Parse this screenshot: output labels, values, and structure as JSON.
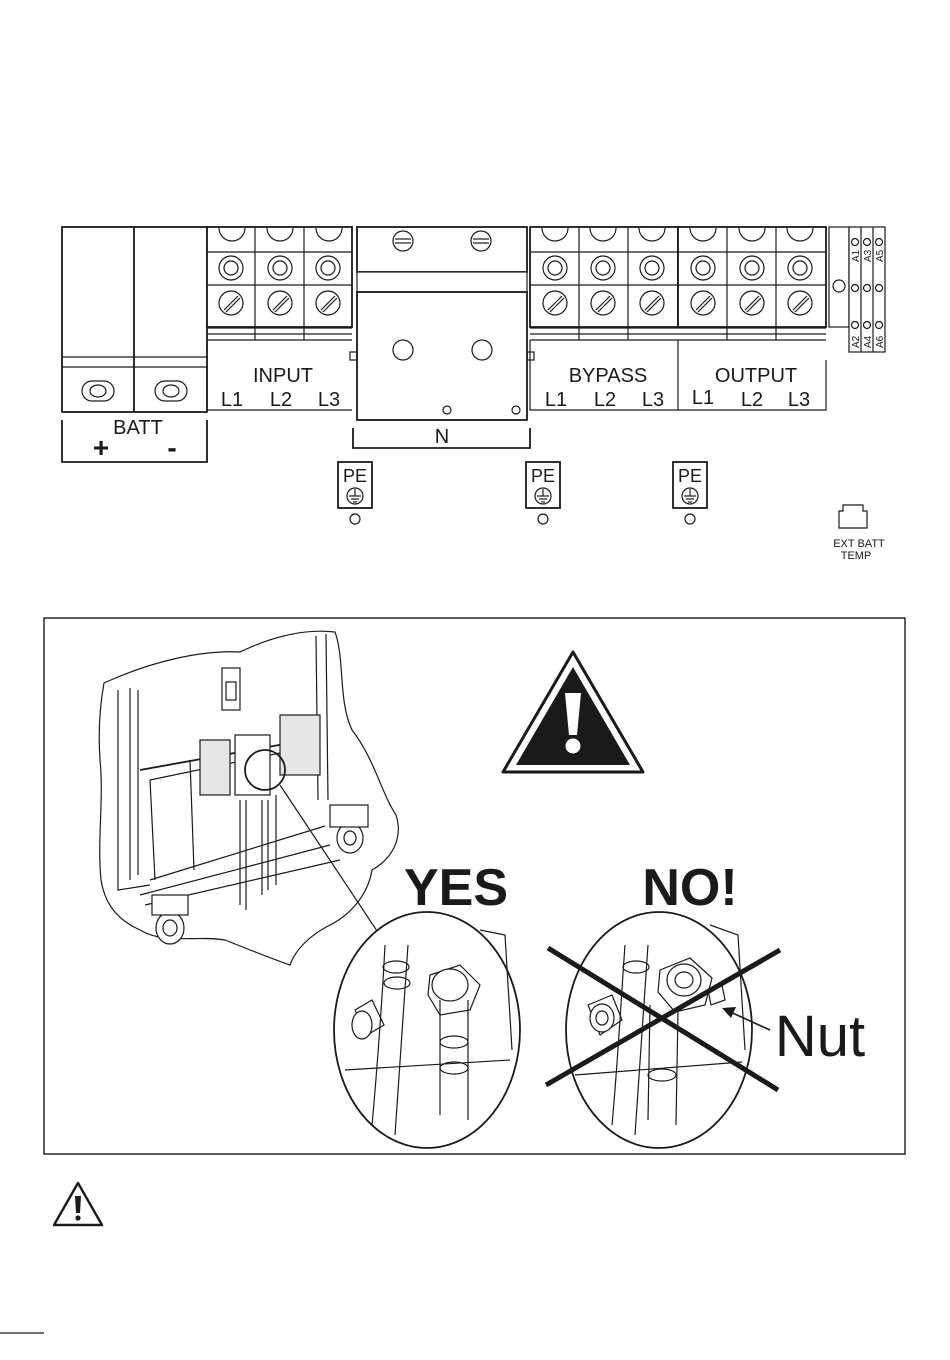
{
  "terminal_panel": {
    "batt": {
      "label": "BATT",
      "plus": "+",
      "minus": "-"
    },
    "input": {
      "label": "INPUT",
      "phases": [
        "L1",
        "L2",
        "L3"
      ]
    },
    "neutral": {
      "label": "N"
    },
    "bypass": {
      "label": "BYPASS",
      "phases": [
        "L1",
        "L2",
        "L3"
      ]
    },
    "output": {
      "label": "OUTPUT",
      "phases": [
        "L1",
        "L2",
        "L3"
      ]
    },
    "pe_label": "PE",
    "aux_contacts": {
      "top": [
        "A5",
        "A3",
        "A1"
      ],
      "bottom": [
        "A6",
        "A4",
        "A2"
      ]
    },
    "ext_batt_temp": [
      "EXT BATT",
      "TEMP"
    ]
  },
  "warning_panel": {
    "yes": "YES",
    "no": "NO!",
    "nut": "Nut"
  },
  "icons": [
    "warning-triangle-icon",
    "earth-ground-icon",
    "rj-connector-icon"
  ],
  "colors": {
    "line": "#1a1a1a",
    "panel_fill": "#e6e6e6",
    "background": "#ffffff"
  }
}
